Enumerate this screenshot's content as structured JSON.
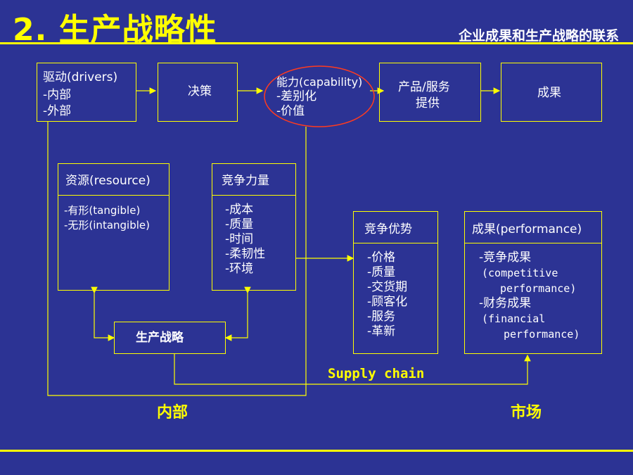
{
  "title": "2. 生产战略性",
  "subtitle": "企业成果和生产战略的联系",
  "row1": {
    "drivers": {
      "title": "驱动(drivers)",
      "items": [
        "-内部",
        "-外部"
      ]
    },
    "decision": "决策",
    "capability": {
      "title": "能力(capability)",
      "items": [
        "-差别化",
        "-价值"
      ]
    },
    "products": {
      "line1": "产品/服务",
      "line2": "提供"
    },
    "results": "成果"
  },
  "resource": {
    "title": "资源(resource)",
    "items": [
      "-有形(tangible)",
      "-无形(intangible)"
    ]
  },
  "competitive_power": {
    "title": "竞争力量",
    "items": [
      "-成本",
      "-质量",
      "-时间",
      "-柔韧性",
      "-环境"
    ]
  },
  "competitive_advantage": {
    "title": "竞争优势",
    "items": [
      "-价格",
      "-质量",
      "-交货期",
      "-顾客化",
      "-服务",
      "-革新"
    ]
  },
  "performance": {
    "title": "成果(performance)",
    "items": [
      "-竞争成果",
      "(competitive",
      "performance)",
      "-财务成果",
      "(financial",
      "performance)"
    ]
  },
  "production_strategy": "生产战略",
  "supply_chain": "Supply chain",
  "bottom_labels": {
    "internal": "内部",
    "market": "市场"
  },
  "colors": {
    "background": "#2c3394",
    "accent": "#ffff00",
    "highlight_ellipse": "#ff3b1f",
    "text": "#ffffff"
  }
}
